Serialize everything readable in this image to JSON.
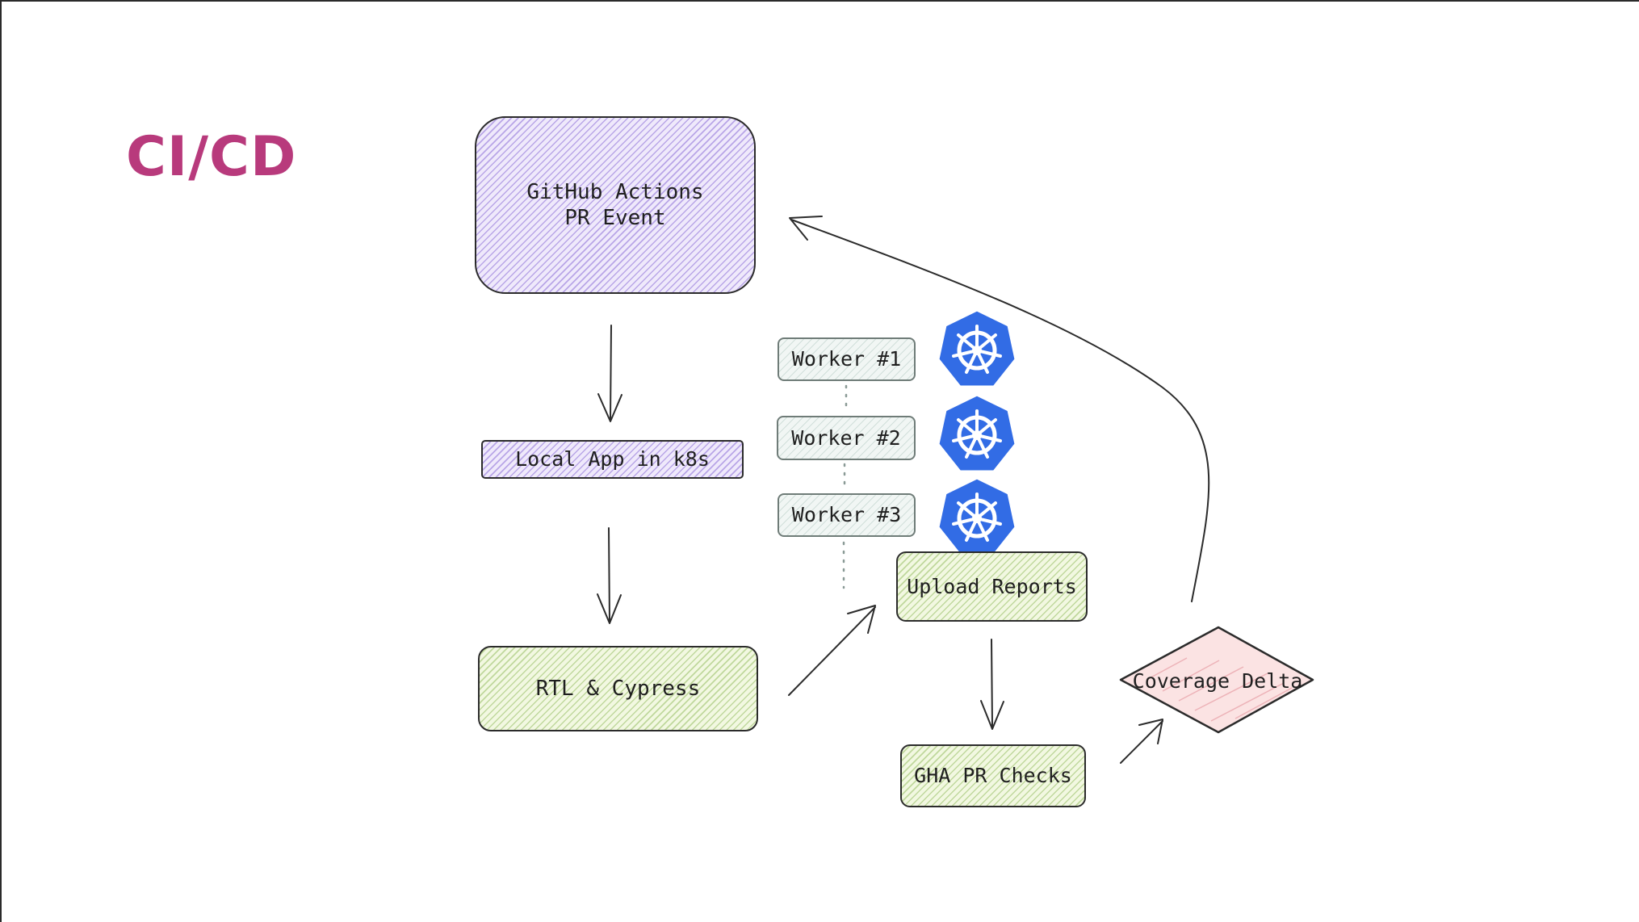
{
  "title": "CI/CD",
  "colors": {
    "title": "#b83a7c",
    "purple_fill": "#efe9fb",
    "green_fill": "#f2f8e1",
    "diamond_fill": "#fbe3e3",
    "k8s_blue": "#326ce5",
    "stroke": "#2b2b2b"
  },
  "nodes": {
    "github_actions": {
      "line1": "GitHub Actions",
      "line2": "PR Event"
    },
    "local_app": "Local App in k8s",
    "rtl_cypress": "RTL & Cypress",
    "worker1": "Worker #1",
    "worker2": "Worker #2",
    "worker3": "Worker #3",
    "upload_reports": "Upload Reports",
    "gha_pr_checks": "GHA PR Checks",
    "coverage_delta": "Coverage Delta"
  },
  "icons": [
    "kubernetes-icon",
    "kubernetes-icon",
    "kubernetes-icon"
  ]
}
